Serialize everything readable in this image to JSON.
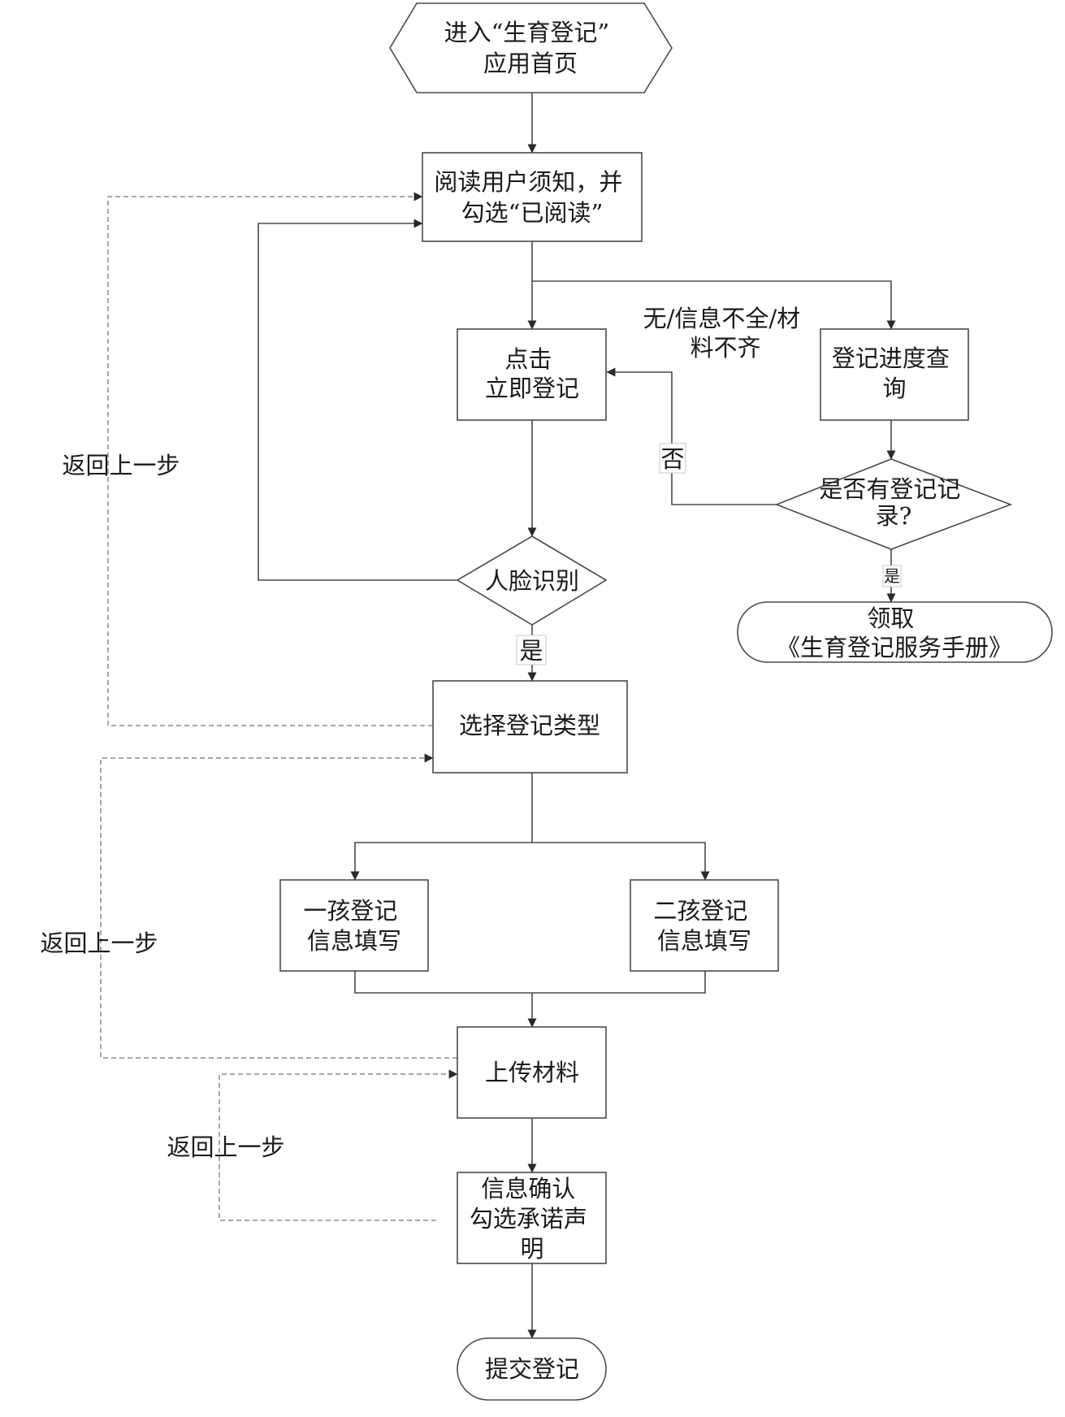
{
  "nodes": {
    "start": [
      "进入“生育登记”",
      "应用首页"
    ],
    "read_notice": [
      "阅读用户须知，并",
      "勾选“已阅读”"
    ],
    "click_register": [
      "点击",
      "立即登记"
    ],
    "progress_query": [
      "登记进度查",
      "询"
    ],
    "face_recognition": [
      "人脸识别"
    ],
    "has_record": [
      "是否有登记记",
      "录?"
    ],
    "get_manual": [
      "领取",
      "《生育登记服务手册》"
    ],
    "select_type": [
      "选择登记类型"
    ],
    "first_child": [
      "一孩登记",
      "信息填写"
    ],
    "second_child": [
      "二孩登记",
      "信息填写"
    ],
    "upload": [
      "上传材料"
    ],
    "confirm": [
      "信息确认",
      "勾选承诺声",
      "明"
    ],
    "submit": [
      "提交登记"
    ]
  },
  "edge_labels": {
    "no_info": [
      "无/信息不全/材",
      "料不齐"
    ],
    "no": "否",
    "yes_face": "是",
    "yes_record": "是",
    "back_1": "返回上一步",
    "back_2": "返回上一步",
    "back_3": "返回上一步"
  }
}
